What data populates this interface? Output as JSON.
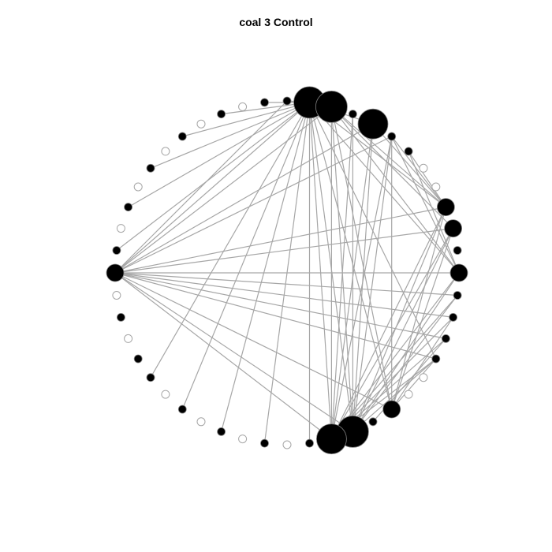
{
  "title": "coal 3 Control",
  "colors": {
    "edge": "#a6a6a6",
    "node_fill": "#000000",
    "hollow_node_stroke": "#a6a6a6",
    "background": "#ffffff"
  },
  "layout": "circle",
  "node_count": 48,
  "nodes": [
    {
      "id": 0,
      "size": "medium",
      "hollow": false
    },
    {
      "id": 1,
      "size": "small",
      "hollow": false
    },
    {
      "id": 2,
      "size": "small",
      "hollow": true
    },
    {
      "id": 3,
      "size": "small",
      "hollow": false
    },
    {
      "id": 4,
      "size": "small",
      "hollow": true
    },
    {
      "id": 5,
      "size": "small",
      "hollow": false
    },
    {
      "id": 6,
      "size": "small",
      "hollow": true
    },
    {
      "id": 7,
      "size": "small",
      "hollow": false
    },
    {
      "id": 8,
      "size": "small",
      "hollow": true
    },
    {
      "id": 9,
      "size": "small",
      "hollow": false
    },
    {
      "id": 10,
      "size": "small",
      "hollow": true
    },
    {
      "id": 11,
      "size": "small",
      "hollow": false
    },
    {
      "id": 12,
      "size": "small",
      "hollow": false
    },
    {
      "id": 13,
      "size": "huge",
      "hollow": false
    },
    {
      "id": 14,
      "size": "huge",
      "hollow": false
    },
    {
      "id": 15,
      "size": "small",
      "hollow": false
    },
    {
      "id": 16,
      "size": "large",
      "hollow": false
    },
    {
      "id": 17,
      "size": "small",
      "hollow": false
    },
    {
      "id": 18,
      "size": "small",
      "hollow": false
    },
    {
      "id": 19,
      "size": "small",
      "hollow": true
    },
    {
      "id": 20,
      "size": "small",
      "hollow": true
    },
    {
      "id": 21,
      "size": "medium",
      "hollow": false
    },
    {
      "id": 22,
      "size": "medium",
      "hollow": false
    },
    {
      "id": 23,
      "size": "small",
      "hollow": false
    },
    {
      "id": 24,
      "size": "medium",
      "hollow": false
    },
    {
      "id": 25,
      "size": "small",
      "hollow": false
    },
    {
      "id": 26,
      "size": "small",
      "hollow": false
    },
    {
      "id": 27,
      "size": "small",
      "hollow": false
    },
    {
      "id": 28,
      "size": "small",
      "hollow": false
    },
    {
      "id": 29,
      "size": "small",
      "hollow": true
    },
    {
      "id": 30,
      "size": "small",
      "hollow": true
    },
    {
      "id": 31,
      "size": "medium",
      "hollow": false
    },
    {
      "id": 32,
      "size": "small",
      "hollow": false
    },
    {
      "id": 33,
      "size": "huge",
      "hollow": false
    },
    {
      "id": 34,
      "size": "large",
      "hollow": false
    },
    {
      "id": 35,
      "size": "small",
      "hollow": false
    },
    {
      "id": 36,
      "size": "small",
      "hollow": true
    },
    {
      "id": 37,
      "size": "small",
      "hollow": false
    },
    {
      "id": 38,
      "size": "small",
      "hollow": true
    },
    {
      "id": 39,
      "size": "small",
      "hollow": false
    },
    {
      "id": 40,
      "size": "small",
      "hollow": true
    },
    {
      "id": 41,
      "size": "small",
      "hollow": false
    },
    {
      "id": 42,
      "size": "small",
      "hollow": true
    },
    {
      "id": 43,
      "size": "small",
      "hollow": false
    },
    {
      "id": 44,
      "size": "small",
      "hollow": false
    },
    {
      "id": 45,
      "size": "small",
      "hollow": true
    },
    {
      "id": 46,
      "size": "small",
      "hollow": false
    },
    {
      "id": 47,
      "size": "small",
      "hollow": true
    }
  ],
  "edges": [
    [
      0,
      12
    ],
    [
      0,
      13
    ],
    [
      0,
      14
    ],
    [
      0,
      16
    ],
    [
      0,
      17
    ],
    [
      0,
      21
    ],
    [
      0,
      22
    ],
    [
      0,
      24
    ],
    [
      0,
      25
    ],
    [
      0,
      26
    ],
    [
      0,
      27
    ],
    [
      0,
      28
    ],
    [
      0,
      31
    ],
    [
      0,
      33
    ],
    [
      0,
      34
    ],
    [
      13,
      12
    ],
    [
      13,
      14
    ],
    [
      13,
      16
    ],
    [
      13,
      11
    ],
    [
      13,
      9
    ],
    [
      13,
      7
    ],
    [
      13,
      5
    ],
    [
      13,
      3
    ],
    [
      13,
      1
    ],
    [
      13,
      43
    ],
    [
      13,
      41
    ],
    [
      13,
      39
    ],
    [
      13,
      37
    ],
    [
      13,
      35
    ],
    [
      13,
      33
    ],
    [
      13,
      34
    ],
    [
      13,
      31
    ],
    [
      13,
      28
    ],
    [
      13,
      24
    ],
    [
      13,
      21
    ],
    [
      14,
      34
    ],
    [
      14,
      31
    ],
    [
      14,
      24
    ],
    [
      14,
      22
    ],
    [
      14,
      21
    ],
    [
      14,
      33
    ],
    [
      15,
      33
    ],
    [
      15,
      34
    ],
    [
      16,
      21
    ],
    [
      16,
      33
    ],
    [
      16,
      34
    ],
    [
      17,
      33
    ],
    [
      17,
      34
    ],
    [
      17,
      31
    ],
    [
      17,
      21
    ],
    [
      17,
      24
    ],
    [
      18,
      21
    ],
    [
      18,
      24
    ],
    [
      21,
      33
    ],
    [
      21,
      34
    ],
    [
      21,
      31
    ],
    [
      22,
      33
    ],
    [
      22,
      34
    ],
    [
      22,
      31
    ],
    [
      24,
      33
    ],
    [
      24,
      34
    ],
    [
      25,
      33
    ],
    [
      25,
      34
    ],
    [
      26,
      34
    ],
    [
      26,
      31
    ],
    [
      27,
      34
    ],
    [
      27,
      32
    ],
    [
      28,
      34
    ],
    [
      28,
      33
    ],
    [
      28,
      31
    ]
  ]
}
